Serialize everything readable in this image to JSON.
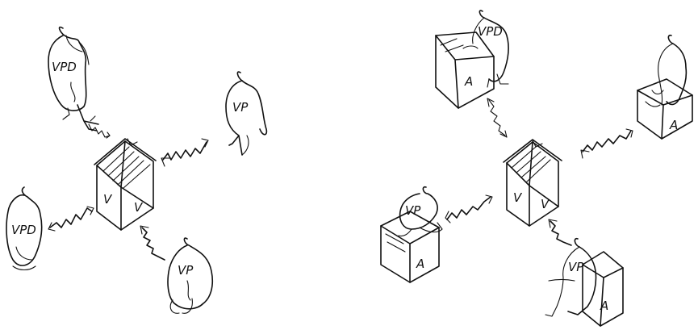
{
  "left": {
    "house_label": "V",
    "figures": [
      {
        "id": "top",
        "label": "VPD"
      },
      {
        "id": "right",
        "label": "VP"
      },
      {
        "id": "left",
        "label": "VPD"
      },
      {
        "id": "bottom",
        "label": "VP"
      }
    ]
  },
  "right": {
    "house_label": "V",
    "figures": [
      {
        "id": "top",
        "label": "VPD",
        "box_label": "A"
      },
      {
        "id": "right",
        "label": "",
        "box_label": "A"
      },
      {
        "id": "left",
        "label": "VP",
        "box_label": "A"
      },
      {
        "id": "bottom",
        "label": "VP",
        "box_label": "A"
      }
    ]
  }
}
